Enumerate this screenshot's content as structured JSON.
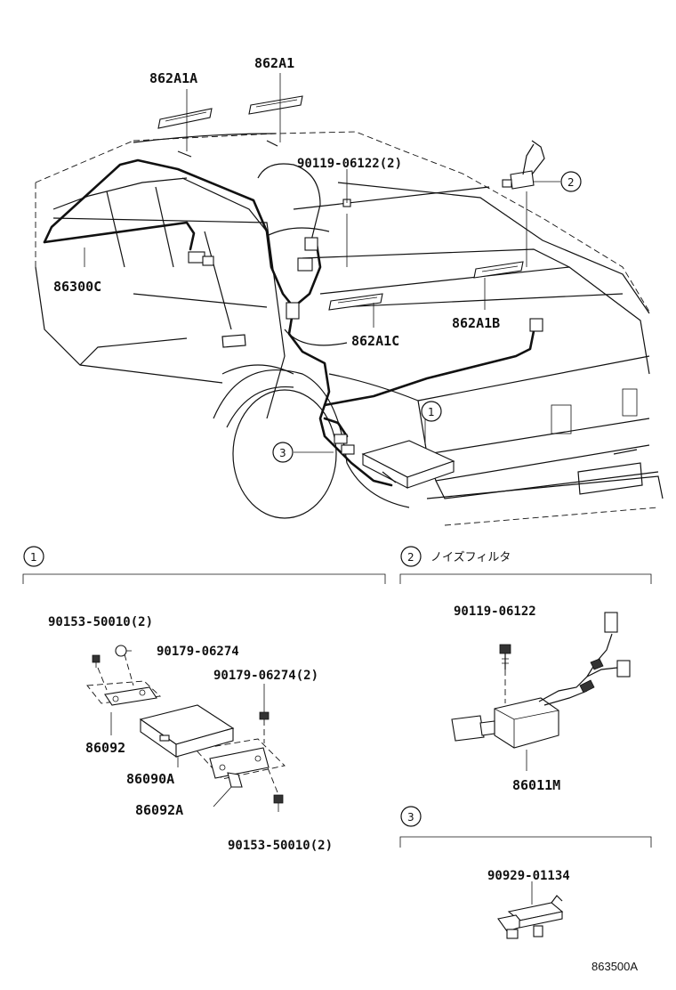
{
  "labels": {
    "p862A1A": "862A1A",
    "p862A1": "862A1",
    "p90119_top": "90119-06122(2)",
    "p86300C": "86300C",
    "p862A1C": "862A1C",
    "p862A1B": "862A1B",
    "p90153_a": "90153-50010(2)",
    "p90179_a": "90179-06274",
    "p90179_b": "90179-06274(2)",
    "p86092": "86092",
    "p86090A": "86090A",
    "p86092A": "86092A",
    "p90153_b": "90153-50010(2)",
    "p90119_detail": "90119-06122",
    "p86011M": "86011M",
    "p90929": "90929-01134"
  },
  "callouts": {
    "c1": "1",
    "c2": "2",
    "c3": "3"
  },
  "sections": {
    "s1": {
      "num": "1"
    },
    "s2": {
      "num": "2",
      "title": "ノイズフィルタ"
    },
    "s3": {
      "num": "3"
    }
  },
  "figure_code": "863500A"
}
